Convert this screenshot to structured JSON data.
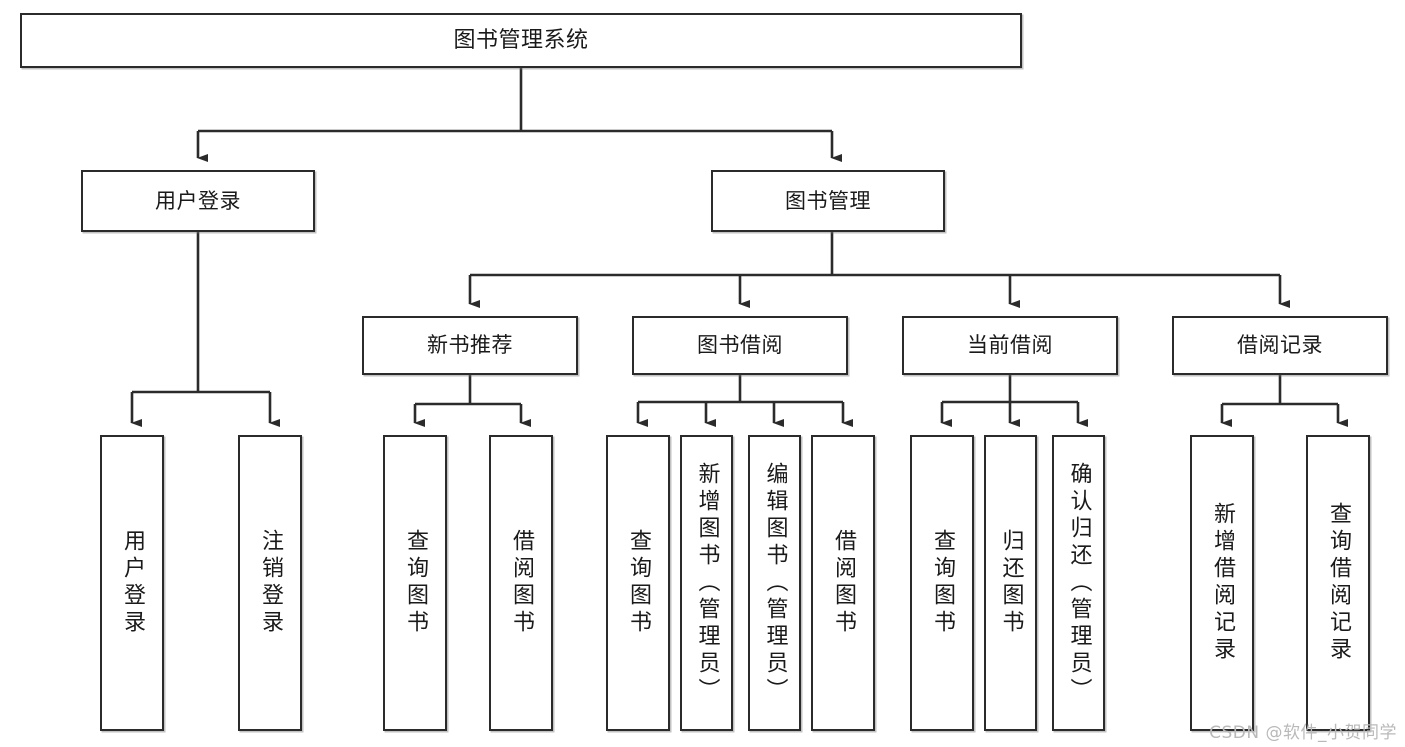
{
  "diagram": {
    "title": "图书管理系统",
    "type": "tree",
    "levels": 4,
    "nodes": {
      "root": {
        "label": "图书管理系统"
      },
      "level2": [
        {
          "label": "用户登录"
        },
        {
          "label": "图书管理"
        }
      ],
      "level3": [
        {
          "label": "新书推荐"
        },
        {
          "label": "图书借阅"
        },
        {
          "label": "当前借阅"
        },
        {
          "label": "借阅记录"
        }
      ],
      "leaves_user_login": [
        {
          "label": "用户登录"
        },
        {
          "label": "注销登录"
        }
      ],
      "leaves_new_book": [
        {
          "label": "查询图书"
        },
        {
          "label": "借阅图书"
        }
      ],
      "leaves_borrow": [
        {
          "label": "查询图书"
        },
        {
          "label": "新增图书（管理员）"
        },
        {
          "label": "编辑图书（管理员）"
        },
        {
          "label": "借阅图书"
        }
      ],
      "leaves_current": [
        {
          "label": "查询图书"
        },
        {
          "label": "归还图书"
        },
        {
          "label": "确认归还（管理员）"
        }
      ],
      "leaves_records": [
        {
          "label": "新增借阅记录"
        },
        {
          "label": "查询借阅记录"
        }
      ]
    }
  },
  "watermark": {
    "text": "CSDN @软件_小贺同学"
  },
  "colors": {
    "border": "#2b2b2b",
    "text": "#1a1a1a",
    "background": "#ffffff",
    "watermark": "#b9b9b9"
  }
}
